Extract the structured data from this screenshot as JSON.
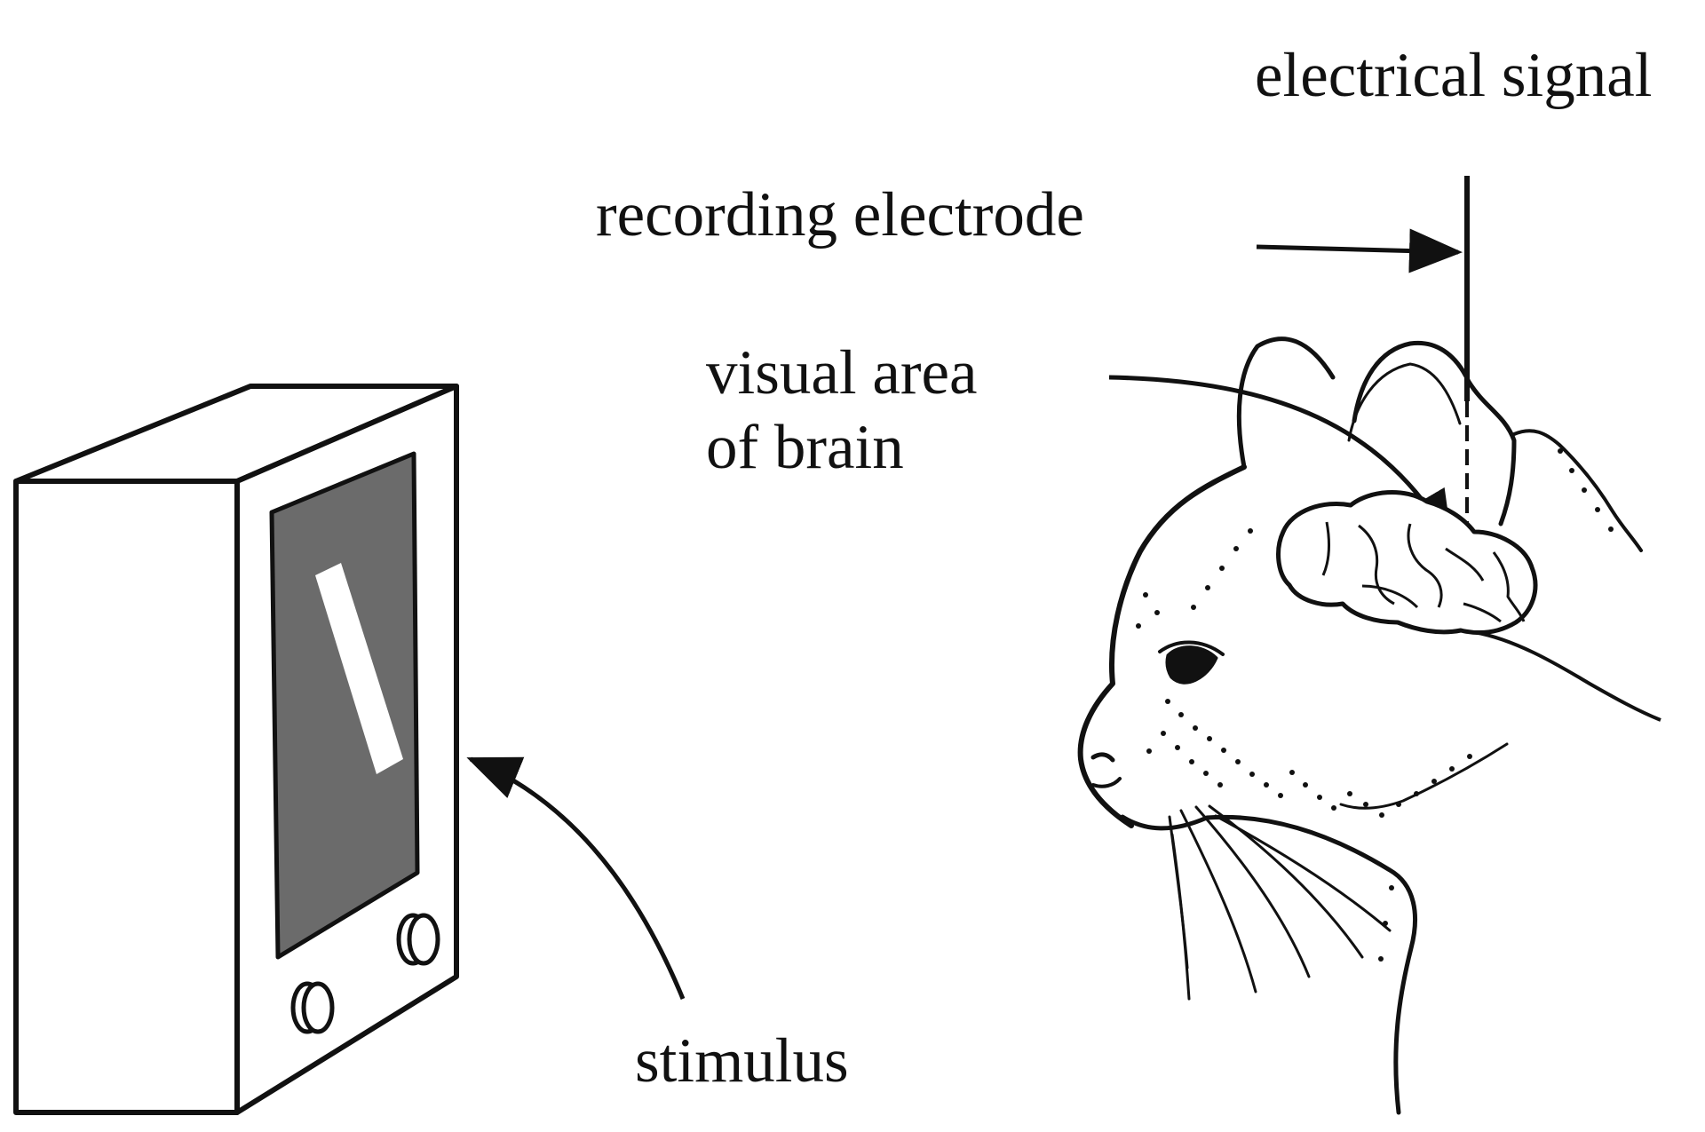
{
  "labels": {
    "electrical_signal": "electrical signal",
    "recording_electrode": "recording electrode",
    "visual_area_line1": "visual area",
    "visual_area_line2": "of brain",
    "stimulus": "stimulus"
  },
  "colors": {
    "ink": "#111111",
    "screen": "#6b6b6b",
    "bar": "#ffffff",
    "background": "#ffffff"
  }
}
